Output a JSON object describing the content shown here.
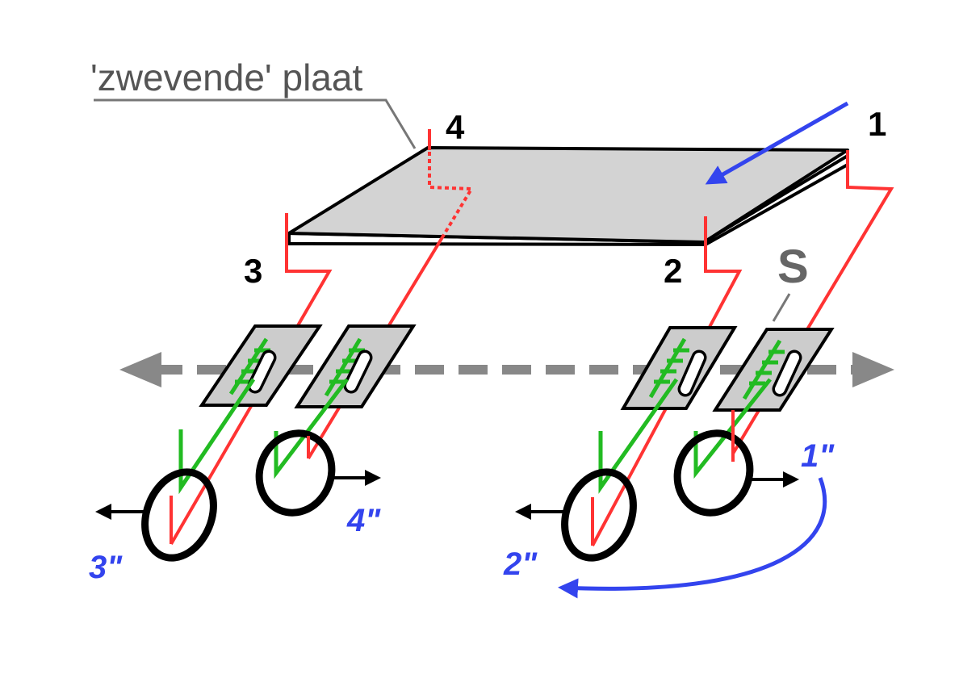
{
  "title": "'zwevende' plaat",
  "corner_labels": {
    "c1": "1",
    "c2": "2",
    "c3": "3",
    "c4": "4"
  },
  "spring_label": "S",
  "wheel_labels": {
    "w1": "1\"",
    "w2": "2\"",
    "w3": "3\"",
    "w4": "4\""
  },
  "colors": {
    "plate": "#d3d3d3",
    "cable": "#ff3333",
    "spring": "#22bb22",
    "rotation_arrow": "#3344ee",
    "axis_arrow": "#888888",
    "outline": "#000000",
    "wheel_label": "#3344ee"
  },
  "icons": {
    "rotation": "curved-arrow-icon",
    "axis": "double-arrow-icon",
    "force": "arrow-right-icon"
  }
}
